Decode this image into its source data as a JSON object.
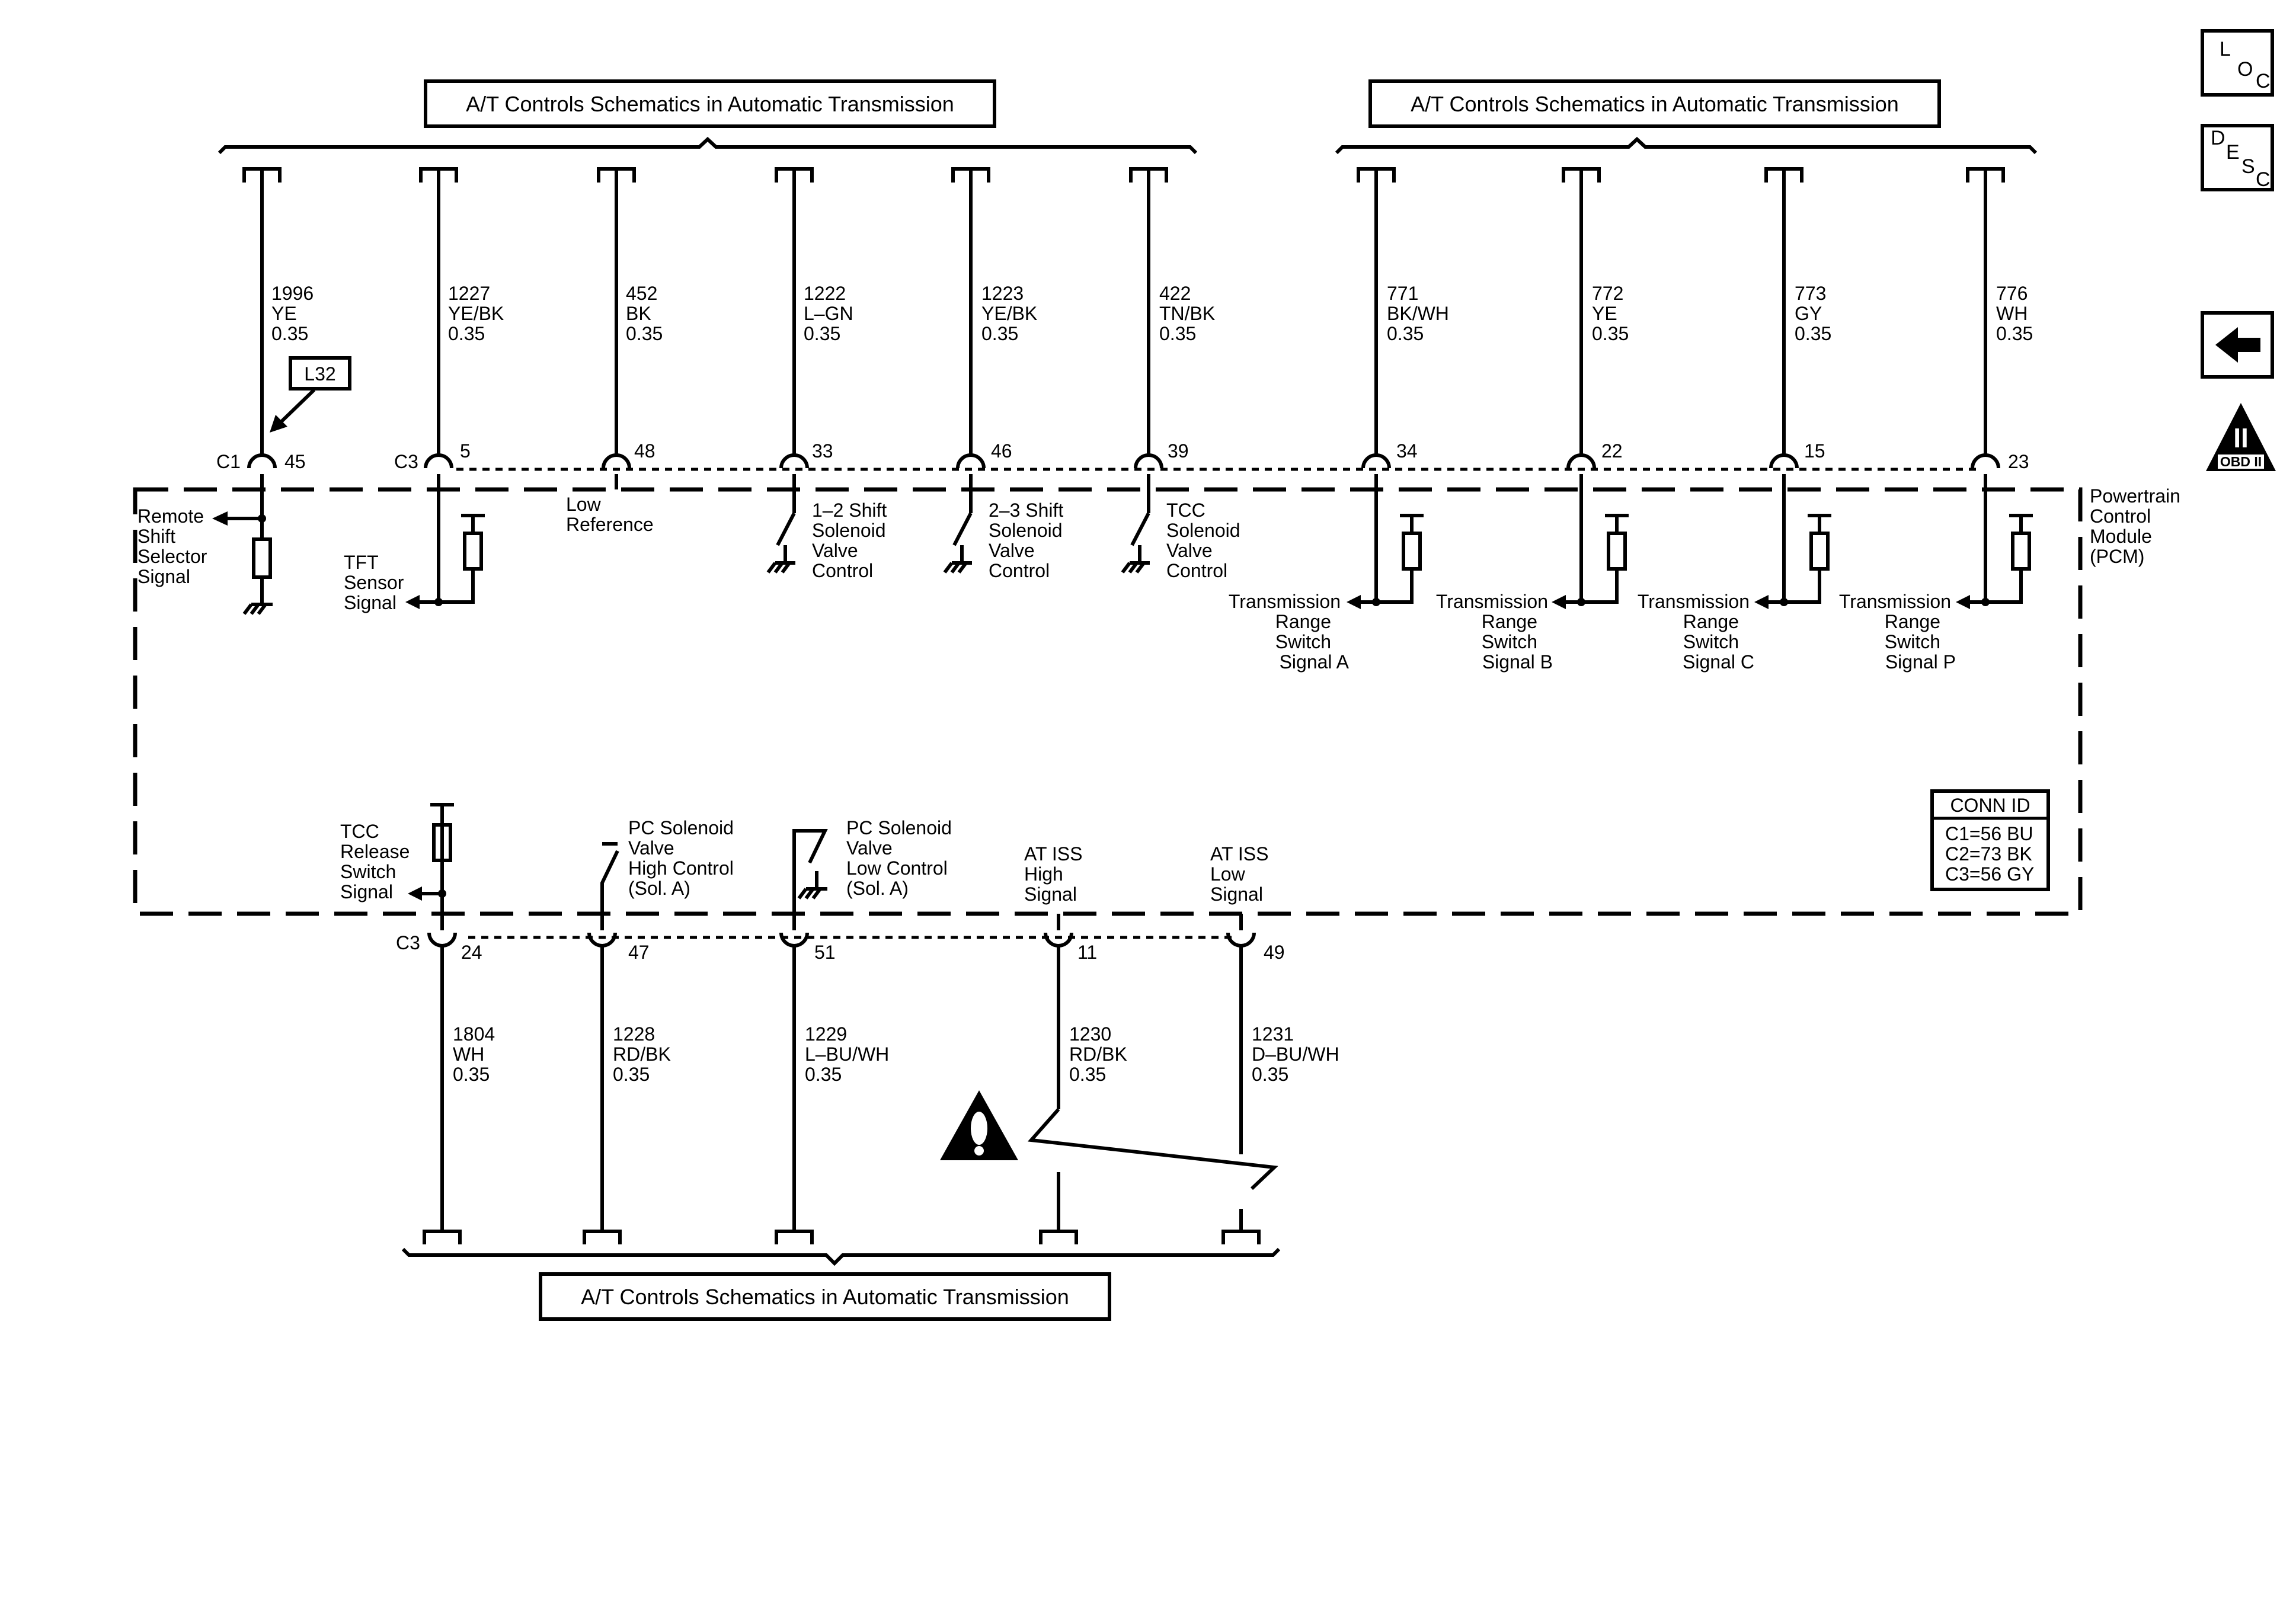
{
  "header_links": {
    "left": "A/T Controls Schematics in Automatic Transmission",
    "right": "A/T Controls Schematics in Automatic Transmission",
    "bottom": "A/T Controls Schematics in Automatic Transmission"
  },
  "nav_buttons": {
    "loc": {
      "l1": "L",
      "l2": "O",
      "l3": "C"
    },
    "desc": {
      "l1": "D",
      "l2": "E",
      "l3": "S",
      "l4": "C"
    },
    "back_icon": "left-arrow-icon",
    "obd": {
      "numeral": "II",
      "label": "OBD II"
    }
  },
  "module": {
    "name_lines": [
      "Powertrain",
      "Control",
      "Module",
      "(PCM)"
    ],
    "conn_id": {
      "title": "CONN ID",
      "lines": [
        "C1=56 BU",
        "C2=73 BK",
        "C3=56 GY"
      ]
    }
  },
  "option_tag": "L32",
  "top_wires": [
    {
      "circuit": "1996",
      "color": "YE",
      "gauge": "0.35",
      "connector": "C1",
      "pin": "45",
      "label": [
        "Remote",
        "Shift",
        "Selector",
        "Signal"
      ]
    },
    {
      "circuit": "1227",
      "color": "YE/BK",
      "gauge": "0.35",
      "connector": "C3",
      "pin": "5",
      "label": [
        "TFT",
        "Sensor",
        "Signal"
      ]
    },
    {
      "circuit": "452",
      "color": "BK",
      "gauge": "0.35",
      "pin": "48",
      "label": [
        "Low",
        "Reference"
      ]
    },
    {
      "circuit": "1222",
      "color": "L–GN",
      "gauge": "0.35",
      "pin": "33",
      "label": [
        "1–2 Shift",
        "Solenoid",
        "Valve",
        "Control"
      ]
    },
    {
      "circuit": "1223",
      "color": "YE/BK",
      "gauge": "0.35",
      "pin": "46",
      "label": [
        "2–3 Shift",
        "Solenoid",
        "Valve",
        "Control"
      ]
    },
    {
      "circuit": "422",
      "color": "TN/BK",
      "gauge": "0.35",
      "pin": "39",
      "label": [
        "TCC",
        "Solenoid",
        "Valve",
        "Control"
      ]
    },
    {
      "circuit": "771",
      "color": "BK/WH",
      "gauge": "0.35",
      "pin": "34",
      "label": [
        "Transmission",
        "Range",
        "Switch",
        "Signal A"
      ]
    },
    {
      "circuit": "772",
      "color": "YE",
      "gauge": "0.35",
      "pin": "22",
      "label": [
        "Transmission",
        "Range",
        "Switch",
        "Signal B"
      ]
    },
    {
      "circuit": "773",
      "color": "GY",
      "gauge": "0.35",
      "pin": "15",
      "label": [
        "Transmission",
        "Range",
        "Switch",
        "Signal C"
      ]
    },
    {
      "circuit": "776",
      "color": "WH",
      "gauge": "0.35",
      "pin": "23",
      "label": [
        "Transmission",
        "Range",
        "Switch",
        "Signal P"
      ]
    }
  ],
  "bottom_wires": [
    {
      "circuit": "1804",
      "color": "WH",
      "gauge": "0.35",
      "connector": "C3",
      "pin": "24",
      "label": [
        "TCC",
        "Release",
        "Switch",
        "Signal"
      ]
    },
    {
      "circuit": "1228",
      "color": "RD/BK",
      "gauge": "0.35",
      "pin": "47",
      "label": [
        "PC Solenoid",
        "Valve",
        "High Control",
        "(Sol. A)"
      ]
    },
    {
      "circuit": "1229",
      "color": "L–BU/WH",
      "gauge": "0.35",
      "pin": "51",
      "label": [
        "PC Solenoid",
        "Valve",
        "Low Control",
        "(Sol. A)"
      ]
    },
    {
      "circuit": "1230",
      "color": "RD/BK",
      "gauge": "0.35",
      "pin": "11",
      "label": [
        "AT ISS",
        "High",
        "Signal"
      ]
    },
    {
      "circuit": "1231",
      "color": "D–BU/WH",
      "gauge": "0.35",
      "pin": "49",
      "label": [
        "AT ISS",
        "Low",
        "Signal"
      ]
    }
  ],
  "caution_icon": "caution-exclamation-icon"
}
